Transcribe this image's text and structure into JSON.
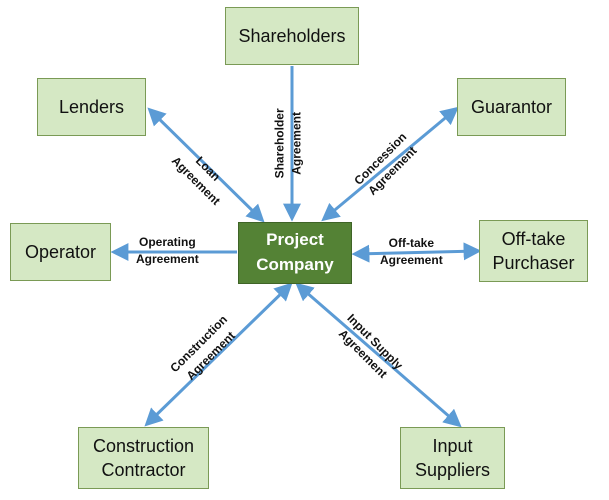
{
  "center": {
    "line1": "Project",
    "line2": "Company"
  },
  "nodes": {
    "shareholders": [
      "Shareholders"
    ],
    "lenders": [
      "Lenders"
    ],
    "guarantor": [
      "Guarantor"
    ],
    "operator": [
      "Operator"
    ],
    "offtake": [
      "Off-take",
      "Purchaser"
    ],
    "construction": [
      "Construction",
      "Contractor"
    ],
    "input": [
      "Input",
      "Suppliers"
    ]
  },
  "edges": {
    "loan": [
      "Loan",
      "Agreement"
    ],
    "shareholder": [
      "Shareholder",
      "Agreement"
    ],
    "concession": [
      "Concession",
      "Agreement"
    ],
    "operating": [
      "Operating",
      "Agreement"
    ],
    "offtake": [
      "Off-take",
      "Agreement"
    ],
    "construction": [
      "Construction",
      "Agreement"
    ],
    "input": [
      "Input Supply",
      "Agreement"
    ]
  },
  "colors": {
    "node_fill": "#d5e8c4",
    "node_border": "#7a9a55",
    "center_fill": "#548235",
    "arrow": "#5b9bd5"
  }
}
